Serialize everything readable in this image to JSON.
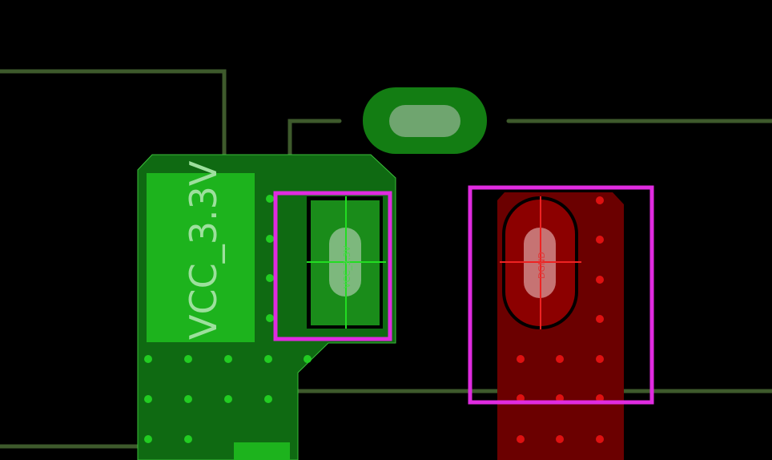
{
  "app": {
    "view": "pcb-layout-canvas"
  },
  "colors": {
    "background": "#000000",
    "track": "#3e5a2c",
    "vcc_zone": "#0f6a12",
    "vcc_zone_edge": "#3bbd3b",
    "vcc_pad": "#1db31d",
    "gnd_zone": "#6b0000",
    "gnd_pad": "#8c0000",
    "selection": "#e02be0",
    "crosshair_green": "#22dd22",
    "crosshair_red": "#ee2222",
    "drill": "#8fbf8f"
  },
  "nets": {
    "vcc_zone_label": "VCC_3.3V",
    "vcc_pad_label": "VCC_3.3V",
    "gnd_pad_label": "DGND"
  }
}
